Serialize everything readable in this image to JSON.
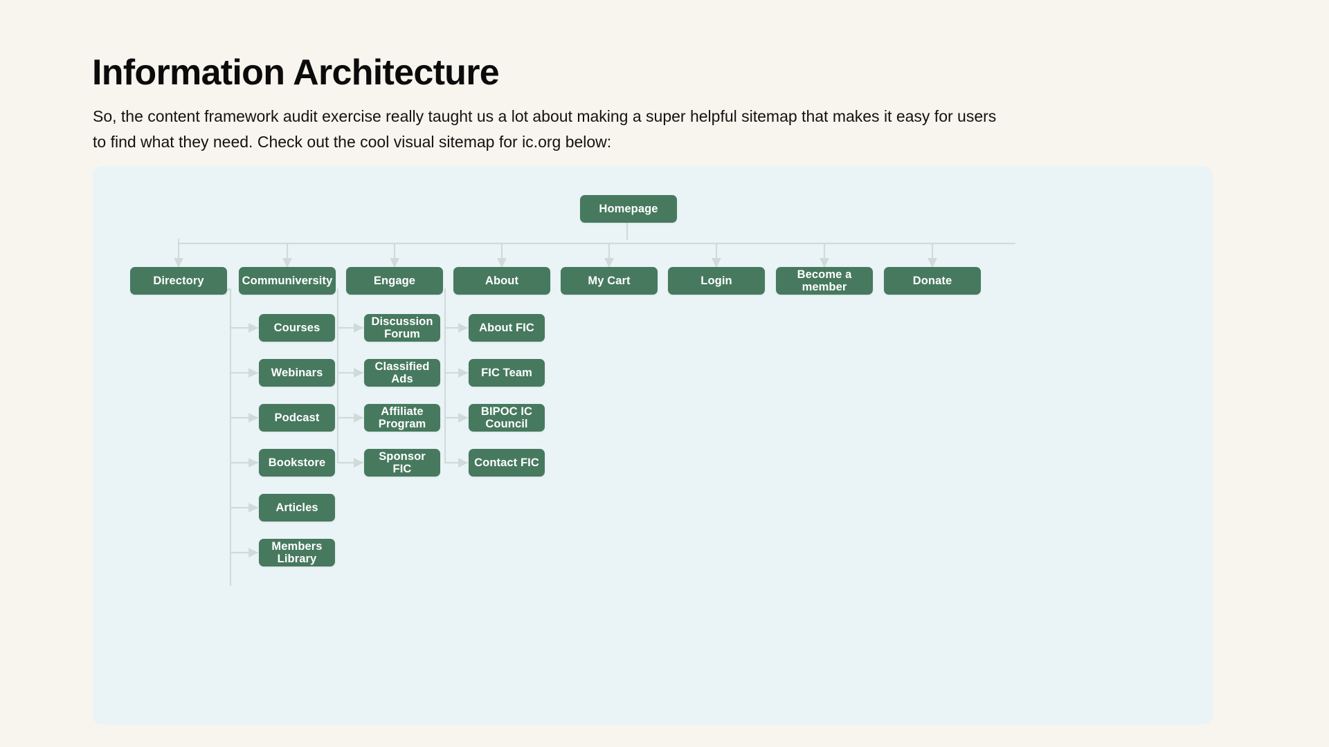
{
  "header": {
    "title": "Information Architecture",
    "intro": "So, the content framework audit exercise really taught us a lot about making a super helpful sitemap that makes it easy for users to find what they need. Check out the cool visual sitemap for ic.org below:"
  },
  "colors": {
    "page_background": "#f8f4ee",
    "panel_background": "#eaf4f6",
    "node_fill": "#47795f",
    "node_text": "#ffffff",
    "connector": "#cfdbdb",
    "title_text": "#0b0b0b"
  },
  "sitemap": {
    "root": {
      "label": "Homepage"
    },
    "level1": [
      {
        "label": "Directory"
      },
      {
        "label": "Communiversity"
      },
      {
        "label": "Engage"
      },
      {
        "label": "About"
      },
      {
        "label": "My Cart"
      },
      {
        "label": "Login"
      },
      {
        "label": "Become a\nmember"
      },
      {
        "label": "Donate"
      }
    ],
    "communiversity_children": [
      {
        "label": "Courses"
      },
      {
        "label": "Webinars"
      },
      {
        "label": "Podcast"
      },
      {
        "label": "Bookstore"
      },
      {
        "label": "Articles"
      },
      {
        "label": "Members\nLibrary"
      }
    ],
    "engage_children": [
      {
        "label": "Discussion\nForum"
      },
      {
        "label": "Classified Ads"
      },
      {
        "label": "Affiliate\nProgram"
      },
      {
        "label": "Sponsor FIC"
      }
    ],
    "about_children": [
      {
        "label": "About FIC"
      },
      {
        "label": "FIC Team"
      },
      {
        "label": "BIPOC IC\nCouncil"
      },
      {
        "label": "Contact FIC"
      }
    ]
  }
}
